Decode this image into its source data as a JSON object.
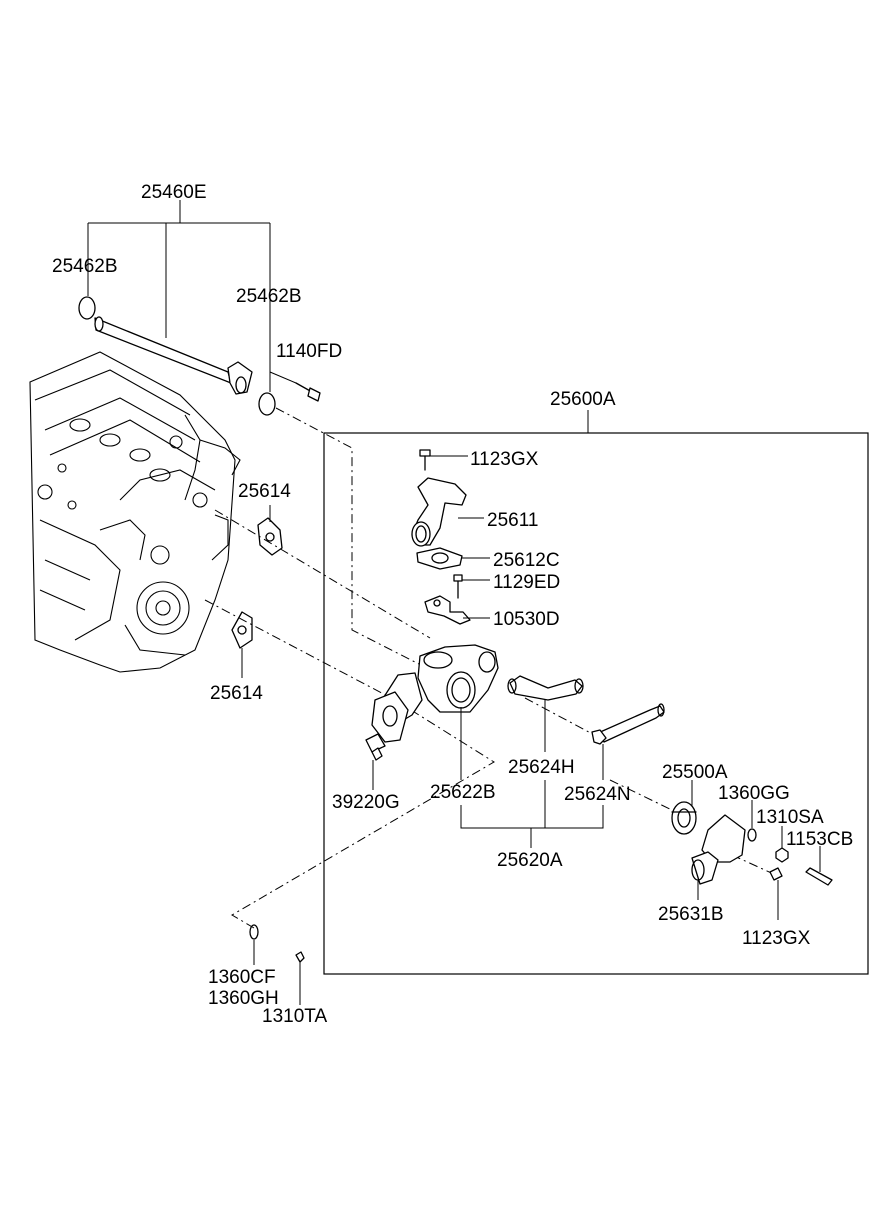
{
  "labels": {
    "l25460E": "25460E",
    "l25462B_left": "25462B",
    "l25462B_right": "25462B",
    "l1140FD": "1140FD",
    "l25600A": "25600A",
    "l1123GX_top": "1123GX",
    "l25611": "25611",
    "l25614_top": "25614",
    "l25612C": "25612C",
    "l1129ED": "1129ED",
    "l10530D": "10530D",
    "l25614_bottom": "25614",
    "l25624H": "25624H",
    "l25500A": "25500A",
    "l25624N": "25624N",
    "l39220G": "39220G",
    "l25622B": "25622B",
    "l1360GG": "1360GG",
    "l1310SA": "1310SA",
    "l1153CB": "1153CB",
    "l25620A": "25620A",
    "l25631B": "25631B",
    "l1123GX_bottom": "1123GX",
    "l1360CF": "1360CF",
    "l1360GH": "1360GH",
    "l1310TA": "1310TA"
  }
}
